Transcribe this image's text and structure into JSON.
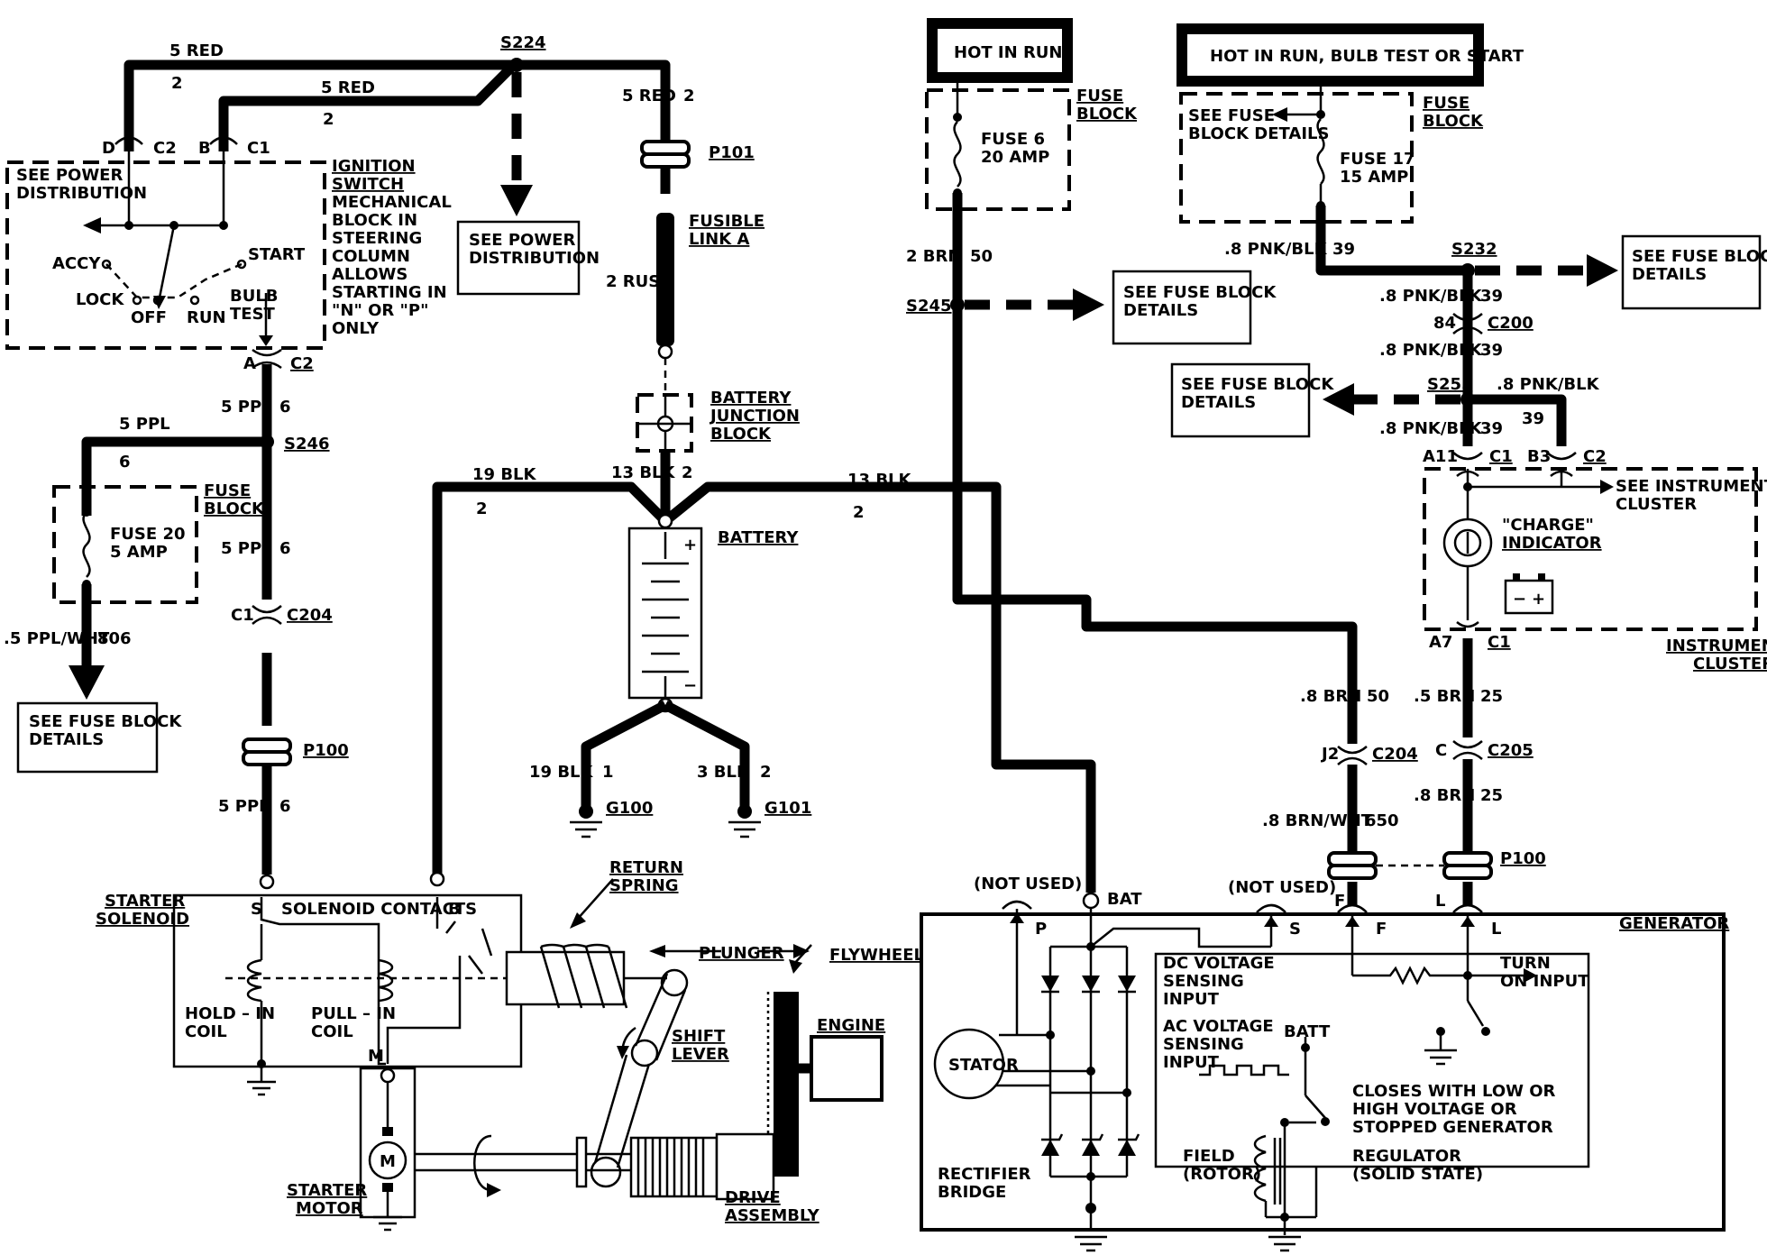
{
  "labels": {
    "w_5red_top": "5 RED",
    "w_5red_top_n": "2",
    "w_5red_2": "5 RED",
    "w_5red_2_n": "2",
    "s224": "S224",
    "w_5red_r": "5 RED",
    "w_5red_r_n": "2",
    "p101": "P101",
    "fusible_1": "FUSIBLE",
    "fusible_2": "LINK A",
    "rust": "2 RUST",
    "see_power_dist_1": "SEE POWER",
    "see_power_dist_2": "DISTRIBUTION",
    "see_power_dist_a1": "SEE POWER",
    "see_power_dist_a2": "DISTRIBUTION",
    "c2_d": "D",
    "c2_lbl": "C2",
    "c1_b": "B",
    "c1_lbl": "C1",
    "ign_1": "IGNITION",
    "ign_2": "SWITCH",
    "ign_3": "MECHANICAL",
    "ign_4": "BLOCK IN",
    "ign_5": "STEERING",
    "ign_6": "COLUMN",
    "ign_7": "ALLOWS",
    "ign_8": "STARTING IN",
    "ign_9": "\"N\" OR \"P\"",
    "ign_10": "ONLY",
    "accy": "ACCY",
    "lock": "LOCK",
    "off": "OFF",
    "run": "RUN",
    "bulb_1": "BULB",
    "bulb_2": "TEST",
    "start": "START",
    "a_lbl": "A",
    "c2_lbl2": "C2",
    "w_5ppl_6": "5 PPL",
    "n6a": "6",
    "w_5ppl_l": "5 PPL",
    "n6b": "6",
    "s246": "S246",
    "fuse_block_l1": "FUSE",
    "fuse_block_l2": "BLOCK",
    "fuse20_1": "FUSE 20",
    "fuse20_2": "5 AMP",
    "w_5ppl_c": "5 PPL",
    "n6c": "6",
    "c1_c204": "C1",
    "c204": "C204",
    "ppl_wht": ".5 PPL/WHT",
    "n806": "806",
    "see_fbd_l1": "SEE FUSE BLOCK",
    "see_fbd_l2": "DETAILS",
    "p100": "P100",
    "w_5ppl_d": "5 PPL",
    "n6d": "6",
    "batt_jb_1": "BATTERY",
    "batt_jb_2": "JUNCTION",
    "batt_jb_3": "BLOCK",
    "w_19blk": "19 BLK",
    "n2_19": "2",
    "w_13blk": "13 BLK",
    "n2_13": "2",
    "w_13blk_r": "13 BLK",
    "n2_13r": "2",
    "battery": "BATTERY",
    "plus": "+",
    "minus": "−",
    "w_19blk_g": "19 BLK",
    "n1_g": "1",
    "w_3blk": "3 BLK",
    "n2_g": "2",
    "g100": "G100",
    "g101": "G101",
    "starter_sol_1": "STARTER",
    "starter_sol_2": "SOLENOID",
    "s_lbl": "S",
    "sol_contacts": "SOLENOID CONTACTS",
    "b_lbl": "B",
    "hold_1": "HOLD – IN",
    "hold_2": "COIL",
    "pull_1": "PULL – IN",
    "pull_2": "COIL",
    "m_lbl": "M",
    "return_1": "RETURN",
    "return_2": "SPRING",
    "plunger": "PLUNGER",
    "flywheel": "FLYWHEEL",
    "shift_1": "SHIFT",
    "shift_2": "LEVER",
    "engine": "ENGINE",
    "motor_m": "M",
    "starter_motor_1": "STARTER",
    "starter_motor_2": "MOTOR",
    "drive_1": "DRIVE",
    "drive_2": "ASSEMBLY",
    "hot_run": "HOT IN RUN",
    "hot_run_bulb": "HOT IN RUN, BULB TEST OR START",
    "fuse_block_m1": "FUSE",
    "fuse_block_m2": "BLOCK",
    "fuse6_1": "FUSE 6",
    "fuse6_2": "20 AMP",
    "see_fuse_1": "SEE FUSE",
    "see_fuse_2": "BLOCK DETAILS",
    "fuse17_1": "FUSE 17",
    "fuse17_2": "15 AMP",
    "fuse_block_r1": "FUSE",
    "fuse_block_r2": "BLOCK",
    "w_2brn": "2 BRN",
    "n50": "50",
    "s245": "S245",
    "see_fbd_m1": "SEE FUSE BLOCK",
    "see_fbd_m2": "DETAILS",
    "w_pnk_39": ".8 PNK/BLK",
    "n39a": "39",
    "s232": "S232",
    "see_fbd_r1": "SEE FUSE BLOCK",
    "see_fbd_r2": "DETAILS",
    "w_pnk_b": ".8 PNK/BLK",
    "n39b": "39",
    "n84": "84",
    "c200": "C200",
    "w_pnk_c": ".8 PNK/BLK",
    "n39c": "39",
    "see_fbd_m3": "SEE FUSE BLOCK",
    "see_fbd_m4": "DETAILS",
    "s255": "S255",
    "w_pnk_d": ".8 PNK/BLK",
    "w_pnk_e": ".8 PNK/BLK",
    "n39d": "39",
    "n39e": "39",
    "a11": "A11",
    "c1_ic": "C1",
    "b3": "B3",
    "c2_ic": "C2",
    "see_ic_1": "SEE INSTRUMENT",
    "see_ic_2": "CLUSTER",
    "charge_1": "\"CHARGE\"",
    "charge_2": "INDICATOR",
    "a7": "A7",
    "c1_a7": "C1",
    "ic_1": "INSTRUMENT",
    "ic_2": "CLUSTER",
    "w_8brn": ".8 BRN",
    "n50b": "50",
    "w_5brn": ".5 BRN",
    "n25a": "25",
    "j2": "J2",
    "c204_r": "C204",
    "c_lbl": "C",
    "c205": "C205",
    "w_8brn_b": ".8 BRN",
    "n25b": "25",
    "w_brn_wht": ".8 BRN/WHT",
    "n650": "650",
    "p100_r": "P100",
    "not_used_1": "(NOT USED)",
    "not_used_2": "(NOT USED)",
    "bat": "BAT",
    "gen_p": "P",
    "gen_s": "S",
    "gen_f": "F",
    "gen_f2": "F",
    "gen_l": "L",
    "gen_l2": "L",
    "generator": "GENERATOR",
    "dc_1": "DC VOLTAGE",
    "dc_2": "SENSING",
    "dc_3": "INPUT",
    "ac_1": "AC VOLTAGE",
    "ac_2": "SENSING",
    "ac_3": "INPUT",
    "batt": "BATT",
    "turn_1": "TURN",
    "turn_2": "ON INPUT",
    "closes_1": "CLOSES WITH LOW OR",
    "closes_2": "HIGH VOLTAGE OR",
    "closes_3": "STOPPED GENERATOR",
    "stator": "STATOR",
    "field_1": "FIELD",
    "field_2": "(ROTOR)",
    "rect_1": "RECTIFIER",
    "rect_2": "BRIDGE",
    "reg_1": "REGULATOR",
    "reg_2": "(SOLID STATE)"
  }
}
